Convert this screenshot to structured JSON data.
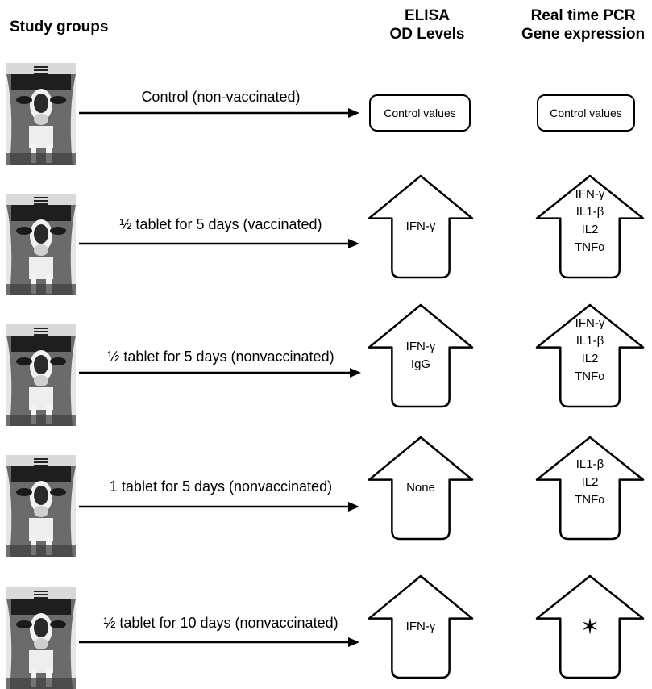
{
  "headers": {
    "study_groups": "Study groups",
    "elisa_line1": "ELISA",
    "elisa_line2": "OD Levels",
    "pcr_line1": "Real time PCR",
    "pcr_line2": "Gene expression"
  },
  "rows": [
    {
      "label": "Control (non-vaccinated)",
      "elisa": [
        "Control values"
      ],
      "pcr": [
        "Control values"
      ]
    },
    {
      "label": "½ tablet for 5 days (vaccinated)",
      "elisa": [
        "IFN-γ"
      ],
      "pcr": [
        "IFN-γ",
        "IL1-β",
        "IL2",
        "TNFα"
      ]
    },
    {
      "label": "½ tablet for 5 days (nonvaccinated)",
      "elisa": [
        "IFN-γ",
        "IgG"
      ],
      "pcr": [
        "IFN-γ",
        "IL1-β",
        "IL2",
        "TNFα"
      ]
    },
    {
      "label": "1 tablet for 5 days (nonvaccinated)",
      "elisa": [
        "None"
      ],
      "pcr": [
        "IL1-β",
        "IL2",
        "TNFα"
      ]
    },
    {
      "label": "½ tablet for 10 days (nonvaccinated)",
      "elisa": [
        "IFN-γ"
      ],
      "pcr": [
        "✶"
      ]
    }
  ]
}
